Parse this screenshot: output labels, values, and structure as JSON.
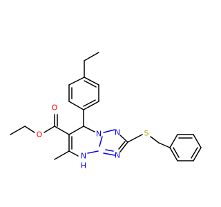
{
  "molecule": {
    "atoms": {
      "o_carbonyl": "O",
      "o_ester": "O",
      "n1": "N",
      "n2": "N",
      "n3": "N",
      "nh": "N",
      "nh_h": "H",
      "s": "S"
    },
    "colors": {
      "carbon": "#000000",
      "nitrogen": "#0000ff",
      "oxygen": "#ff0000",
      "sulfur": "#b2a400"
    }
  }
}
